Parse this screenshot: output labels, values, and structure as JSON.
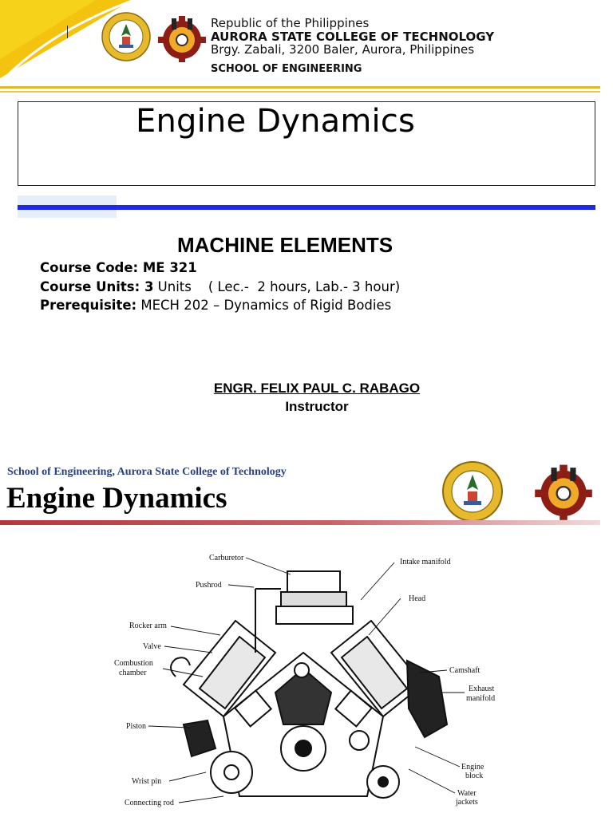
{
  "header": {
    "line1": "Republic of the Philippines",
    "line2": "AURORA  STATE COLLEGE OF TECHNOLOGY",
    "line3": "Brgy. Zabali, 3200 Baler, Aurora, Philippines",
    "school": "SCHOOL OF ENGINEERING"
  },
  "slide1": {
    "title": "Engine Dynamics",
    "subject": "MACHINE ELEMENTS",
    "course_code_label": "Course Code:",
    "course_code_value": " ME 321",
    "course_units_label": "Course Units:",
    "course_units_value": " 3",
    "course_units_detail": " Units    ( Lec.-  2 hours, Lab.- 3 hour)",
    "prerequisite_label": "Prerequisite:",
    "prerequisite_value": " MECH 202 – Dynamics of Rigid Bodies",
    "instructor_name": "ENGR. FELIX PAUL C. RABAGO",
    "instructor_role": "Instructor"
  },
  "slide2": {
    "school_line": "School of Engineering, Aurora State College of Technology",
    "title": "Engine Dynamics",
    "diagram_labels": {
      "carburetor": "Carburetor",
      "pushrod": "Pushrod",
      "rocker_arm": "Rocker arm",
      "valve": "Valve",
      "combustion_chamber_1": "Combustion",
      "combustion_chamber_2": "chamber",
      "piston": "Piston",
      "wrist_pin": "Wrist pin",
      "connecting_rod": "Connecting rod",
      "intake_manifold": "Intake manifold",
      "head": "Head",
      "camshaft": "Camshaft",
      "exhaust_manifold_1": "Exhaust",
      "exhaust_manifold_2": "manifold",
      "engine_block_1": "Engine",
      "engine_block_2": "block",
      "water_jackets_1": "Water",
      "water_jackets_2": "jackets"
    }
  },
  "colors": {
    "gold": "#e2b72b",
    "blue_rule": "#1f2bdc",
    "red_rule": "#b8343b",
    "school_blue": "#2a3f7e"
  }
}
